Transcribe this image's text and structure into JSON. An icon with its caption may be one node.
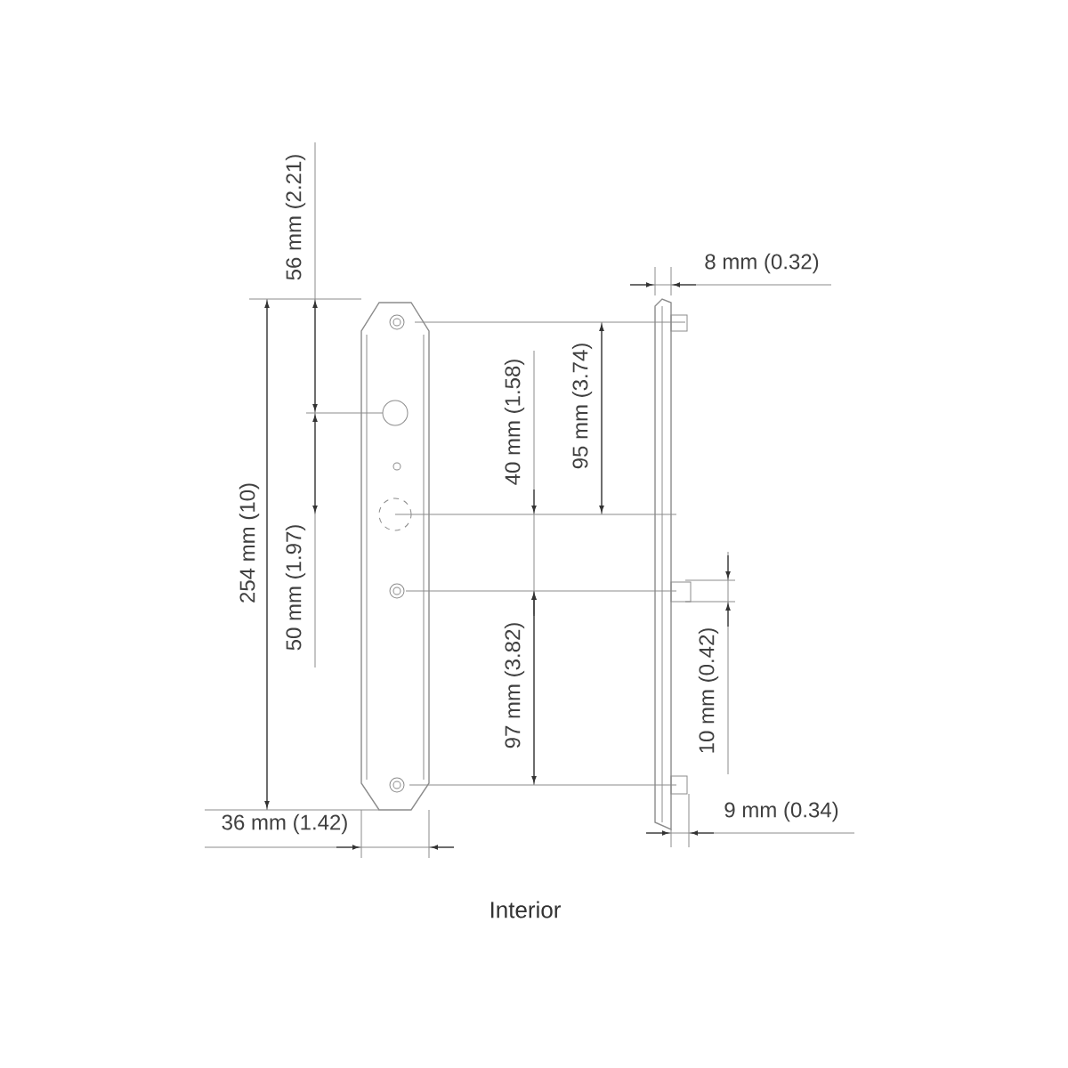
{
  "diagram": {
    "caption": "Interior",
    "labels": [
      "56 mm (2.21)",
      "8 mm (0.32)",
      "95 mm (3.74)",
      "40 mm (1.58)",
      "254 mm (10)",
      "50 mm (1.97)",
      "10 mm (0.42)",
      "97 mm (3.82)",
      "36 mm (1.42)",
      "9 mm (0.34)"
    ]
  }
}
